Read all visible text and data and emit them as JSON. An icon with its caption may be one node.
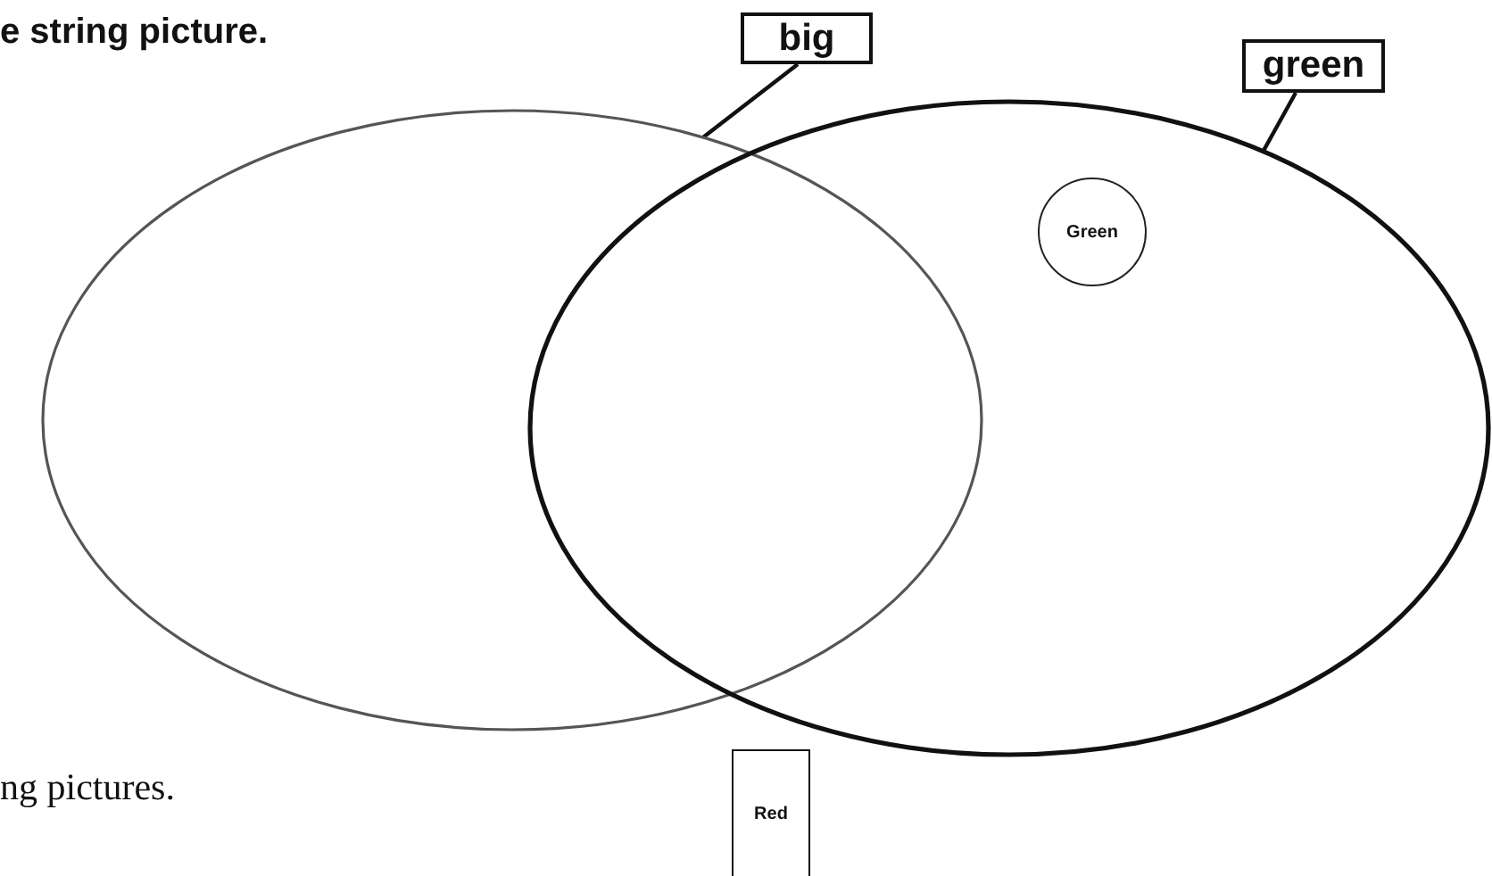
{
  "diagram": {
    "nodes": [
      {
        "text": [],
        "shape": "ellipse"
      },
      {
        "text": [],
        "shape": "ellipse"
      },
      {
        "text": [
          "big"
        ]
      },
      {
        "text": [
          "green"
        ]
      },
      {
        "text": [
          "Green"
        ],
        "in": 1
      },
      {
        "text": [
          "Red"
        ]
      }
    ],
    "edges": [
      {
        "from": 2,
        "to": 0,
        "arrow": "none"
      },
      {
        "from": 3,
        "to": 1,
        "arrow": "none"
      }
    ],
    "labels": [
      "e string picture.",
      "ng pictures."
    ]
  }
}
